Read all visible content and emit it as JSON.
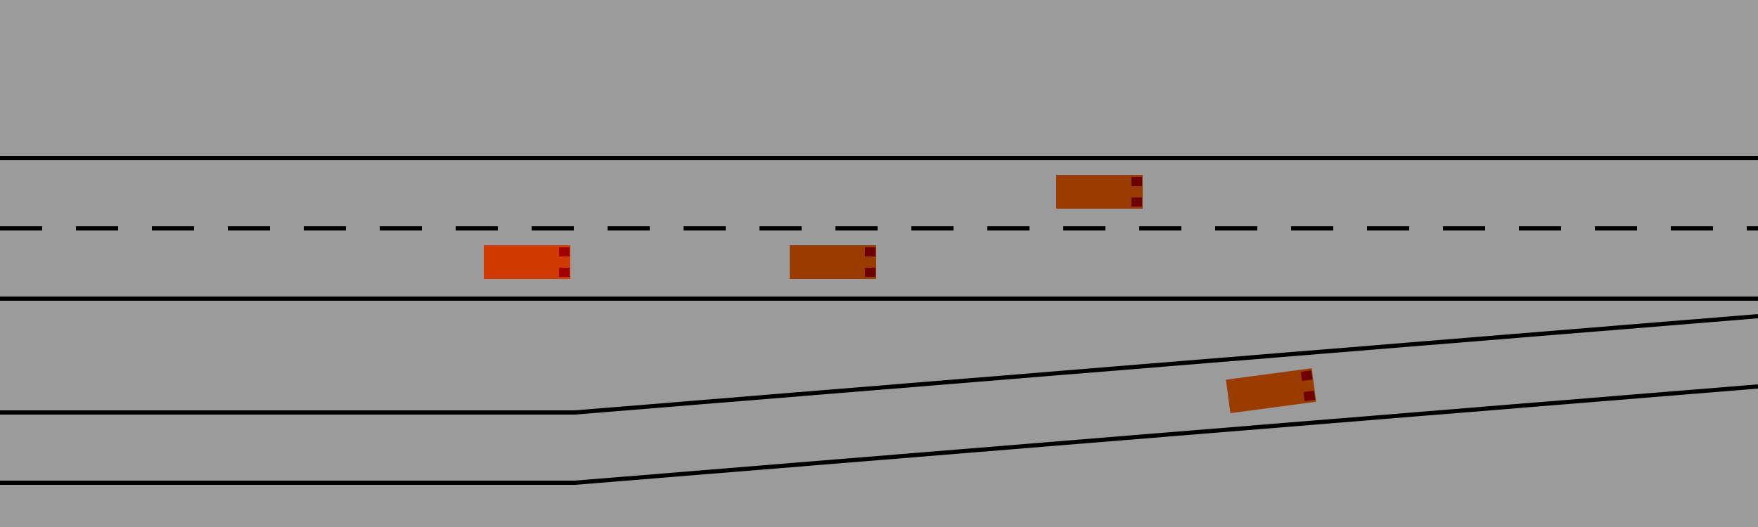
{
  "scene": {
    "background_color": "#9b9b9b",
    "lane_line_color": "#000000",
    "ego_vehicle_color": "#d13a00",
    "other_vehicle_color": "#9a3b00",
    "tail_light_color_ego": "#a00000",
    "tail_light_color_other": "#6e0000"
  },
  "road": {
    "main_lanes": 2,
    "merge_lanes": 1,
    "center_marking": "dashed"
  },
  "vehicles": [
    {
      "id": "ego",
      "role": "ego-vehicle",
      "lane": "main-right",
      "heading": "right"
    },
    {
      "id": "car-2",
      "role": "other-vehicle",
      "lane": "main-right",
      "heading": "right"
    },
    {
      "id": "car-3",
      "role": "other-vehicle",
      "lane": "main-left",
      "heading": "right"
    },
    {
      "id": "car-4",
      "role": "other-vehicle",
      "lane": "on-ramp",
      "heading": "right"
    }
  ]
}
